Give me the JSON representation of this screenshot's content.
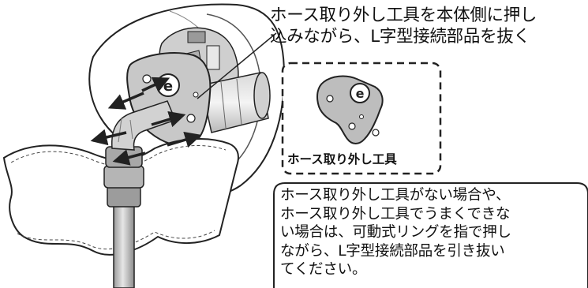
{
  "instruction": {
    "line1": "ホース取り外し工具を本体側に押し",
    "line2": "込みながら、L字型接続部品を抜く"
  },
  "tool_callout": {
    "label": "ホース取り外し工具",
    "tool_icon_letter": "e"
  },
  "plate_icon_letter": "e",
  "note": {
    "lines": [
      "ホース取り外し工具がない場合や、",
      "ホース取り外し工具でうまくできな",
      "い場合は、可動式リングを指で押し",
      "ながら、L字型接続部品を引き抜い",
      "てください。"
    ]
  },
  "colors": {
    "line": "#222222",
    "light_gray": "#dcdcdc",
    "mid_gray": "#b5b5b5",
    "dark_gray": "#8a8a8a",
    "paper": "#ffffff"
  }
}
